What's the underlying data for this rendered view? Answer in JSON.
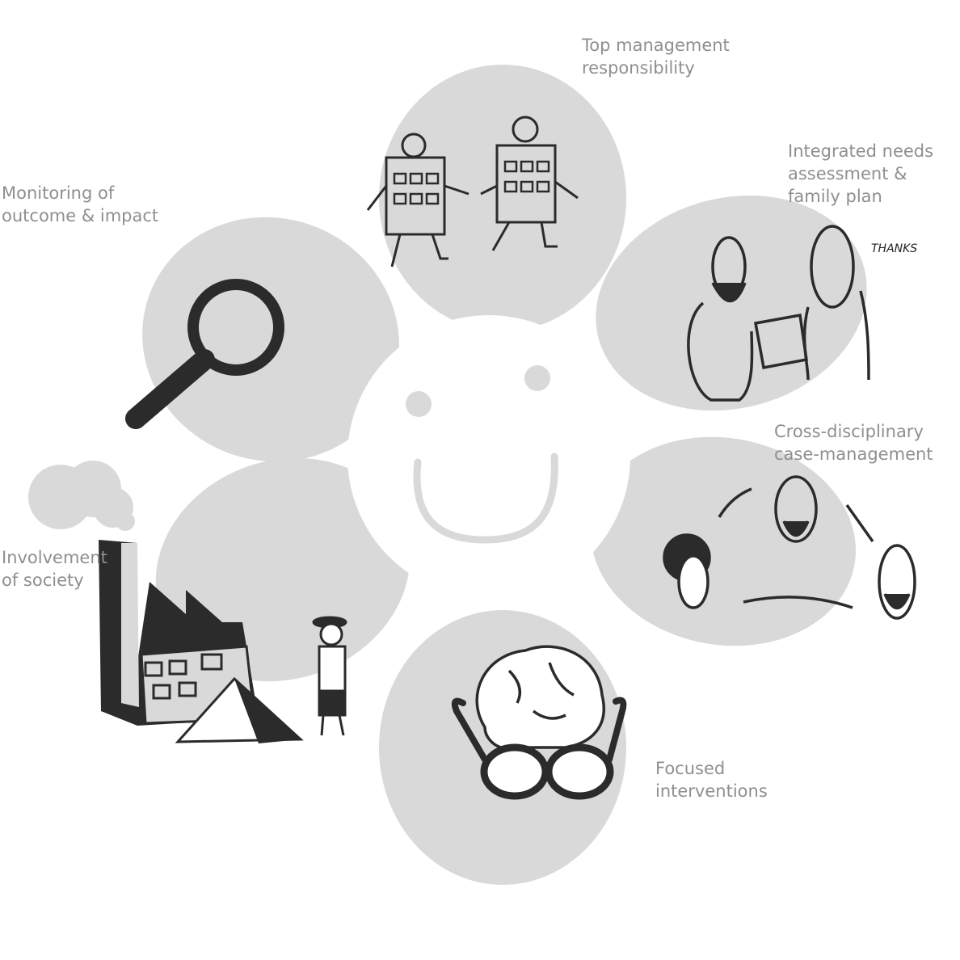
{
  "labels": {
    "top": [
      "Top management",
      "responsibility"
    ],
    "integrated": [
      "Integrated needs",
      "assessment &",
      "family plan"
    ],
    "monitoring": [
      "Monitoring of",
      "outcome & impact"
    ],
    "involvement": [
      "Involvement",
      "of society"
    ],
    "cross": [
      "Cross-disciplinary",
      "case-management"
    ],
    "focused": [
      "Focused",
      "interventions"
    ]
  },
  "thanks": "THANKS",
  "colors": {
    "petal": "#d9d9d9",
    "ink": "#2b2b2b",
    "label": "#8f8f8f"
  }
}
